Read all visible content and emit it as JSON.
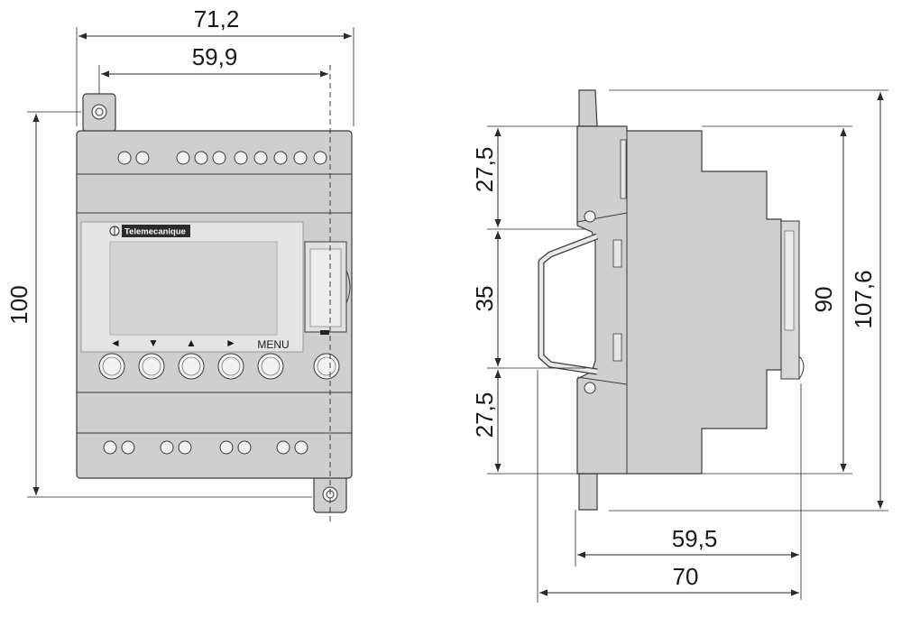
{
  "front_view": {
    "brand": "Telemecanique",
    "menu_label": "MENU",
    "arrow_left": "◄",
    "arrow_down": "▼",
    "arrow_up": "▲",
    "arrow_right": "►",
    "dim_width_total": "71,2",
    "dim_width_inner": "59,9",
    "dim_height": "100"
  },
  "side_view": {
    "dim_upper": "27,5",
    "dim_rail": "35",
    "dim_lower": "27,5",
    "dim_height_body": "90",
    "dim_height_total": "107,6",
    "dim_depth_inner": "59,5",
    "dim_depth_total": "70"
  },
  "colors": {
    "body_fill": "#cfcfcf",
    "display_fill": "#e4e4e4",
    "screen_fill": "#d4d4d4",
    "outline": "#3a3a3a"
  }
}
